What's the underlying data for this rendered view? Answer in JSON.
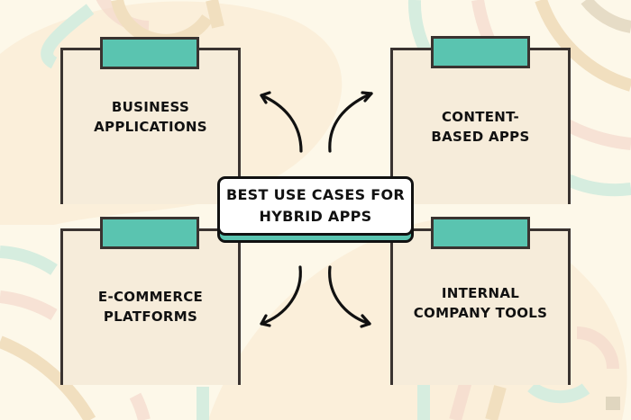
{
  "diagram": {
    "title": "BEST USE CASES FOR\nHYBRID APPS",
    "use_cases": [
      {
        "label": "BUSINESS\nAPPLICATIONS",
        "position": "top-left"
      },
      {
        "label": "CONTENT-\nBASED APPS",
        "position": "top-right"
      },
      {
        "label": "E-COMMERCE\nPLATFORMS",
        "position": "bottom-left"
      },
      {
        "label": "INTERNAL\nCOMPANY TOOLS",
        "position": "bottom-right"
      }
    ]
  },
  "colors": {
    "background": "#fdf8e9",
    "card_fill": "#f6ecda",
    "clip_teal": "#5ac4b0",
    "outline": "#3a3330",
    "title_box": "#ffffff"
  }
}
